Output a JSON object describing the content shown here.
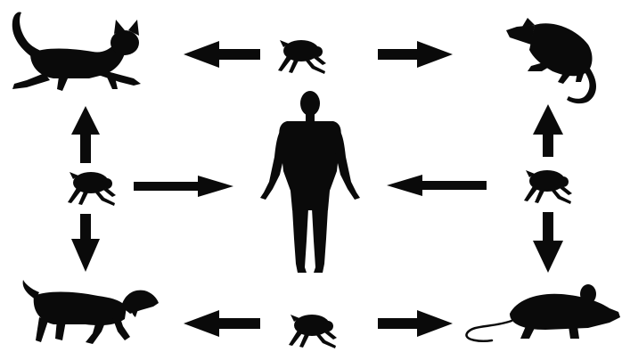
{
  "diagram": {
    "colors": {
      "silhouette": "#0a0a0a",
      "background": "#ffffff"
    },
    "nodes": [
      {
        "id": "cat",
        "icon": "cat-icon"
      },
      {
        "id": "opossum",
        "icon": "opossum-icon"
      },
      {
        "id": "human",
        "icon": "human-icon"
      },
      {
        "id": "dog",
        "icon": "dog-icon"
      },
      {
        "id": "rat",
        "icon": "rat-icon"
      },
      {
        "id": "flea-top",
        "icon": "flea-icon"
      },
      {
        "id": "flea-left",
        "icon": "flea-icon"
      },
      {
        "id": "flea-right",
        "icon": "flea-icon"
      },
      {
        "id": "flea-bottom",
        "icon": "flea-icon"
      }
    ],
    "edges": [
      {
        "from": "flea-top",
        "to": "cat"
      },
      {
        "from": "flea-top",
        "to": "opossum"
      },
      {
        "from": "flea-left",
        "to": "cat"
      },
      {
        "from": "flea-left",
        "to": "dog"
      },
      {
        "from": "flea-left",
        "to": "human"
      },
      {
        "from": "flea-right",
        "to": "opossum"
      },
      {
        "from": "flea-right",
        "to": "rat"
      },
      {
        "from": "flea-right",
        "to": "human"
      },
      {
        "from": "flea-bottom",
        "to": "dog"
      },
      {
        "from": "flea-bottom",
        "to": "rat"
      }
    ]
  }
}
